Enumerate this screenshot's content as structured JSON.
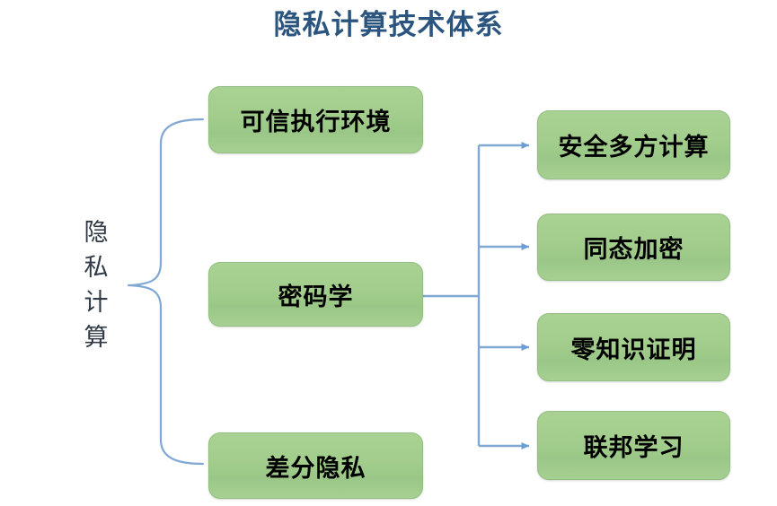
{
  "title": "隐私计算技术体系",
  "root": {
    "label": "隐私计算",
    "chars": [
      "隐",
      "私",
      "计",
      "算"
    ]
  },
  "branches": [
    {
      "label": "可信执行环境"
    },
    {
      "label": "密码学"
    },
    {
      "label": "差分隐私"
    }
  ],
  "crypto_children": [
    {
      "label": "安全多方计算"
    },
    {
      "label": "同态加密"
    },
    {
      "label": "零知识证明"
    },
    {
      "label": "联邦学习"
    }
  ],
  "colors": {
    "title": "#2b557f",
    "node_fill": "#a5cf8f",
    "node_border": "#93bd82",
    "connector": "#7fa8d4",
    "text": "#000000",
    "background": "#ffffff"
  }
}
